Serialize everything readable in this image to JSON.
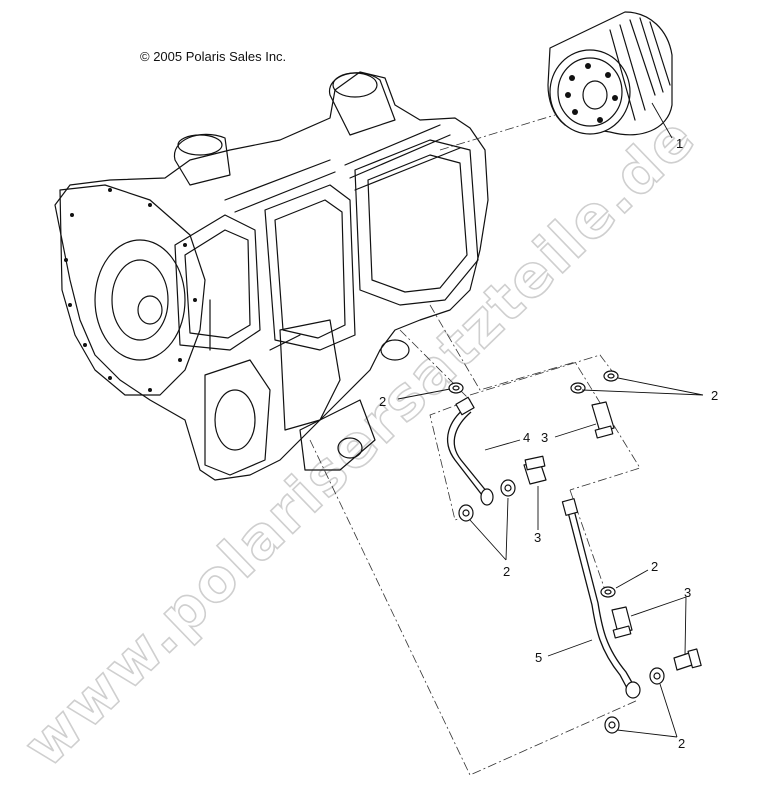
{
  "copyright": "© 2005 Polaris Sales Inc.",
  "watermark": "www.polarisersatzteile.de",
  "callouts": [
    "1",
    "2",
    "2",
    "3",
    "4",
    "3",
    "2",
    "2",
    "3",
    "5",
    "2"
  ]
}
